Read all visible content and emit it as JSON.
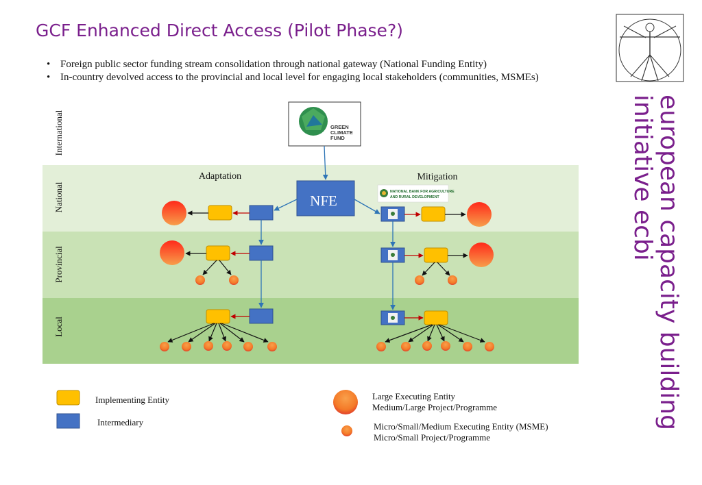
{
  "header": {
    "title": "GCF Enhanced Direct Access (Pilot Phase?)",
    "bullets": [
      "Foreign public sector funding stream consolidation through national gateway (National Funding Entity)",
      "In-country devolved access to the provincial and local level for engaging local stakeholders (communities, MSMEs)"
    ]
  },
  "side_title": {
    "line1": "european capacity building",
    "line2": "initiative ecbi"
  },
  "levels": [
    "International",
    "National",
    "Provincial",
    "Local"
  ],
  "gcf_logo": {
    "line1": "GREEN",
    "line2": "CLIMATE",
    "line3": "FUND"
  },
  "nfe_label": "NFE",
  "columns": {
    "adaptation": "Adaptation",
    "mitigation": "Mitigation"
  },
  "nabard_logo": {
    "line1": "NATIONAL BANK FOR AGRICULTURE",
    "line2": "AND RURAL DEVELOPMENT"
  },
  "legend": {
    "implementing_entity": "Implementing Entity",
    "intermediary": "Intermediary",
    "large_executing_line1": "Large Executing Entity",
    "large_executing_line2": "Medium/Large Project/Programme",
    "msme_line1": "Micro/Small/Medium Executing Entity (MSME)",
    "msme_line2": "Micro/Small Project/Programme"
  },
  "colors": {
    "title_purple": "#7a1f8c",
    "band_national": "#e3efd8",
    "band_provincial": "#c9e2b5",
    "band_local": "#a9d18e",
    "implementing_entity": "#ffc000",
    "intermediary": "#4472c4",
    "executing_entity": "#f47a28",
    "arrow_red": "#c00000",
    "arrow_blue": "#2e75b6"
  }
}
